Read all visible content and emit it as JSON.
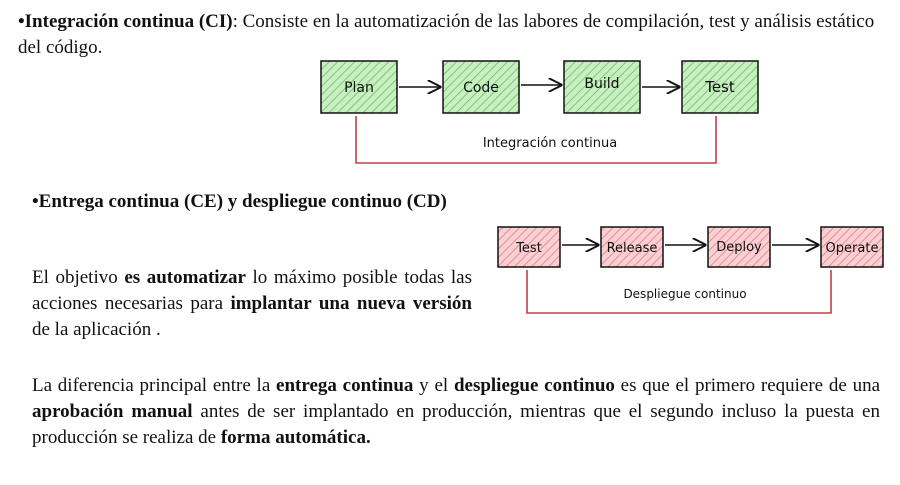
{
  "ci": {
    "bullet": "•",
    "title": "Integración continua (CI)",
    "rest": ": Consiste en la automatización de las labores de compilación, test y análisis estático del código."
  },
  "ci_diagram": {
    "steps": [
      "Plan",
      "Code",
      "Build",
      "Test"
    ],
    "loop_label": "Integración continua",
    "fill_color": "#aee3a6",
    "hatch_color": "#5aa84f",
    "loop_color": "#c0404a"
  },
  "ce": {
    "bullet": "•",
    "title": "Entrega continua (CE)  y despliegue continuo (CD)"
  },
  "objective": {
    "t1": "El objetivo ",
    "b1": "es automatizar",
    "t2": " lo máximo posible todas las acciones necesarias para ",
    "b2": "implantar una nueva versión",
    "t3": " de la aplicación ."
  },
  "cd_diagram": {
    "steps": [
      "Test",
      "Release",
      "Deploy",
      "Operate"
    ],
    "loop_label": "Despliegue continuo",
    "fill_color": "#f4b3b7",
    "hatch_color": "#d4656e",
    "loop_color": "#c0404a"
  },
  "difference": {
    "t1": "La diferencia principal entre la ",
    "b1": "entrega continua",
    "t2": " y el ",
    "b2": "despliegue continuo",
    "t3": " es que el primero requiere de una ",
    "b3": "aprobación manual",
    "t4": " antes de ser implantado en producción, mientras que el segundo incluso la puesta en producción se realiza de ",
    "b4": "forma automática."
  }
}
